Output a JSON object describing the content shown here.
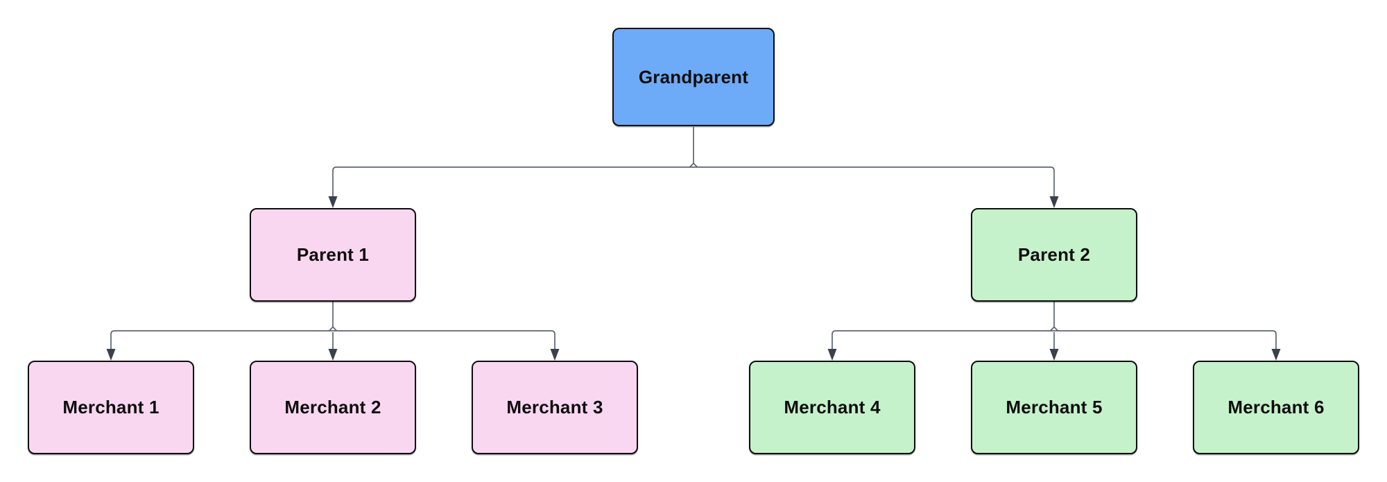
{
  "palette": {
    "background": "#FFFFFF",
    "node_blue": "#6DABF8",
    "node_pink": "#FAD7F1",
    "node_green": "#C5F2CB",
    "node_border": "#0D0D0D",
    "node_text": "#0D0D0D",
    "connector_line": "#5D6470",
    "connector_arrow": "#3A414C"
  },
  "nodes": {
    "grandparent": {
      "label": "Grandparent",
      "fill": "#6DABF8"
    },
    "parent1": {
      "label": "Parent 1",
      "fill": "#FAD7F1"
    },
    "parent2": {
      "label": "Parent 2",
      "fill": "#C5F2CB"
    },
    "merchant1": {
      "label": "Merchant 1",
      "fill": "#FAD7F1"
    },
    "merchant2": {
      "label": "Merchant 2",
      "fill": "#FAD7F1"
    },
    "merchant3": {
      "label": "Merchant 3",
      "fill": "#FAD7F1"
    },
    "merchant4": {
      "label": "Merchant 4",
      "fill": "#C5F2CB"
    },
    "merchant5": {
      "label": "Merchant 5",
      "fill": "#C5F2CB"
    },
    "merchant6": {
      "label": "Merchant 6",
      "fill": "#C5F2CB"
    }
  },
  "edges": [
    {
      "from": "Grandparent",
      "to": "Parent 1"
    },
    {
      "from": "Grandparent",
      "to": "Parent 2"
    },
    {
      "from": "Parent 1",
      "to": "Merchant 1"
    },
    {
      "from": "Parent 1",
      "to": "Merchant 2"
    },
    {
      "from": "Parent 1",
      "to": "Merchant 3"
    },
    {
      "from": "Parent 2",
      "to": "Merchant 4"
    },
    {
      "from": "Parent 2",
      "to": "Merchant 5"
    },
    {
      "from": "Parent 2",
      "to": "Merchant 6"
    }
  ]
}
